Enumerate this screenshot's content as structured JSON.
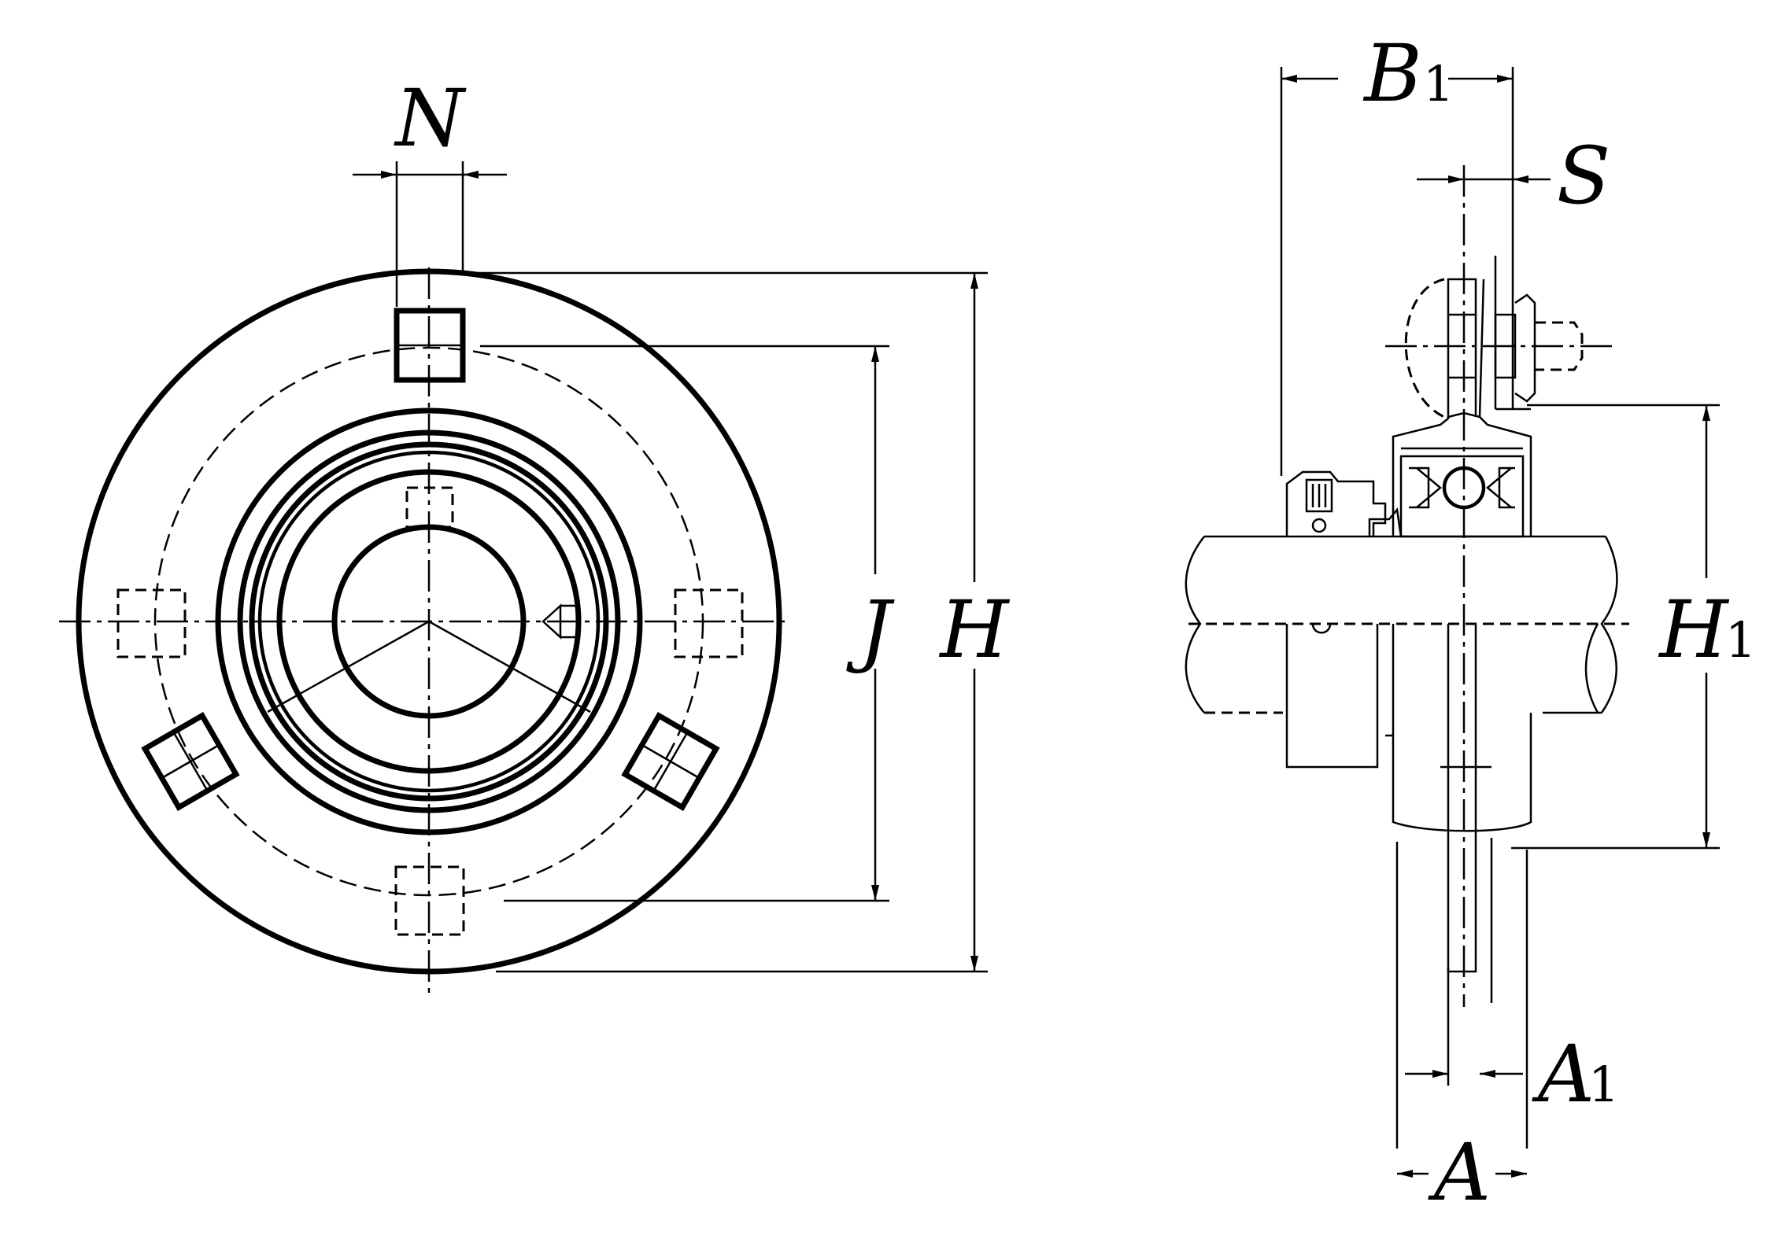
{
  "labels": {
    "N": "N",
    "J": "J",
    "H": "H",
    "B1_main": "B",
    "B1_sub": "1",
    "S": "S",
    "H1_main": "H",
    "H1_sub": "1",
    "A1_main": "A",
    "A1_sub": "1",
    "A": "A"
  }
}
